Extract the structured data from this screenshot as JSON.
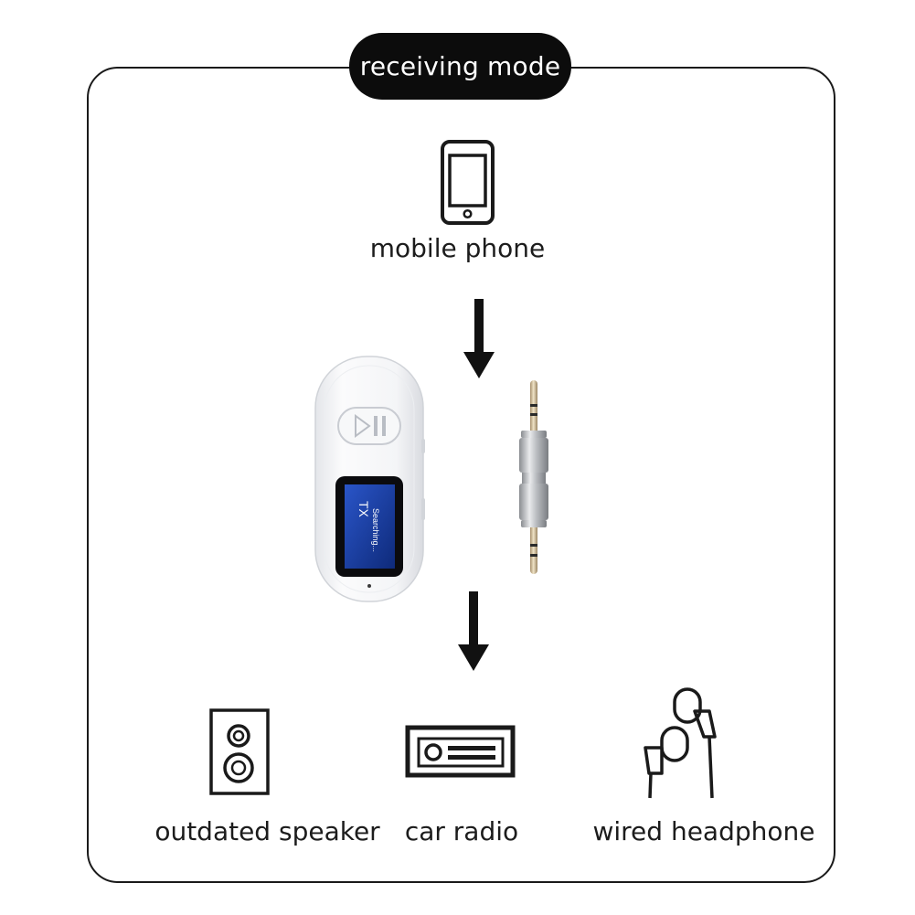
{
  "header": {
    "mode_label": "receiving mode"
  },
  "source": {
    "label": "mobile phone",
    "icon": "mobile-phone-icon"
  },
  "device": {
    "screen_line1": "TX",
    "screen_line2": "Searching..."
  },
  "outputs": [
    {
      "label": "outdated speaker",
      "icon": "speaker-icon"
    },
    {
      "label": "car radio",
      "icon": "car-radio-icon"
    },
    {
      "label": "wired headphone",
      "icon": "wired-headphone-icon"
    }
  ],
  "colors": {
    "ink": "#1a1a1a",
    "pill": "#0c0c0c",
    "device_body": "#f2f3f5",
    "screen": "#1a3a9c"
  }
}
